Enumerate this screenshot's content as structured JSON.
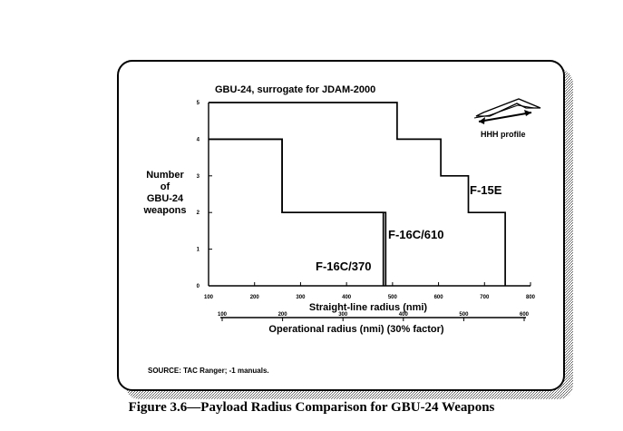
{
  "chart_data": {
    "type": "step",
    "title": "GBU-24, surrogate for JDAM-2000",
    "ylabel": "Number\nof\nGBU-24\nweapons",
    "xlabel": "Straight-line radius (nmi)",
    "x2label": "Operational radius (nmi) (30% factor)",
    "ylim": [
      0,
      5
    ],
    "xlim": [
      100,
      800
    ],
    "x2lim": [
      100,
      600
    ],
    "yticks": [
      0,
      1,
      2,
      3,
      4,
      5
    ],
    "xticks": [
      100,
      200,
      300,
      400,
      500,
      600,
      700,
      800
    ],
    "x2ticks": [
      100,
      200,
      300,
      400,
      500,
      600
    ],
    "series": [
      {
        "name": "F-15E",
        "steps": [
          {
            "x": 100,
            "y": 5
          },
          {
            "x": 510,
            "y": 5
          },
          {
            "x": 510,
            "y": 4
          },
          {
            "x": 605,
            "y": 4
          },
          {
            "x": 605,
            "y": 3
          },
          {
            "x": 665,
            "y": 3
          },
          {
            "x": 665,
            "y": 2
          },
          {
            "x": 745,
            "y": 2
          },
          {
            "x": 745,
            "y": 0
          }
        ]
      },
      {
        "name": "F-16C/610",
        "steps": [
          {
            "x": 100,
            "y": 4
          },
          {
            "x": 260,
            "y": 4
          },
          {
            "x": 260,
            "y": 2
          },
          {
            "x": 485,
            "y": 2
          },
          {
            "x": 485,
            "y": 0
          }
        ]
      },
      {
        "name": "F-16C/370",
        "steps": [
          {
            "x": 100,
            "y": 4
          },
          {
            "x": 260,
            "y": 4
          },
          {
            "x": 260,
            "y": 2
          },
          {
            "x": 480,
            "y": 2
          },
          {
            "x": 480,
            "y": 0
          }
        ]
      }
    ],
    "series_labels": [
      "F-15E",
      "F-16C/610",
      "F-16C/370"
    ],
    "inset_label": "HHH profile",
    "source": "SOURCE:  TAC Ranger; -1 manuals."
  },
  "caption": "Figure 3.6—Payload Radius Comparison for GBU-24 Weapons"
}
